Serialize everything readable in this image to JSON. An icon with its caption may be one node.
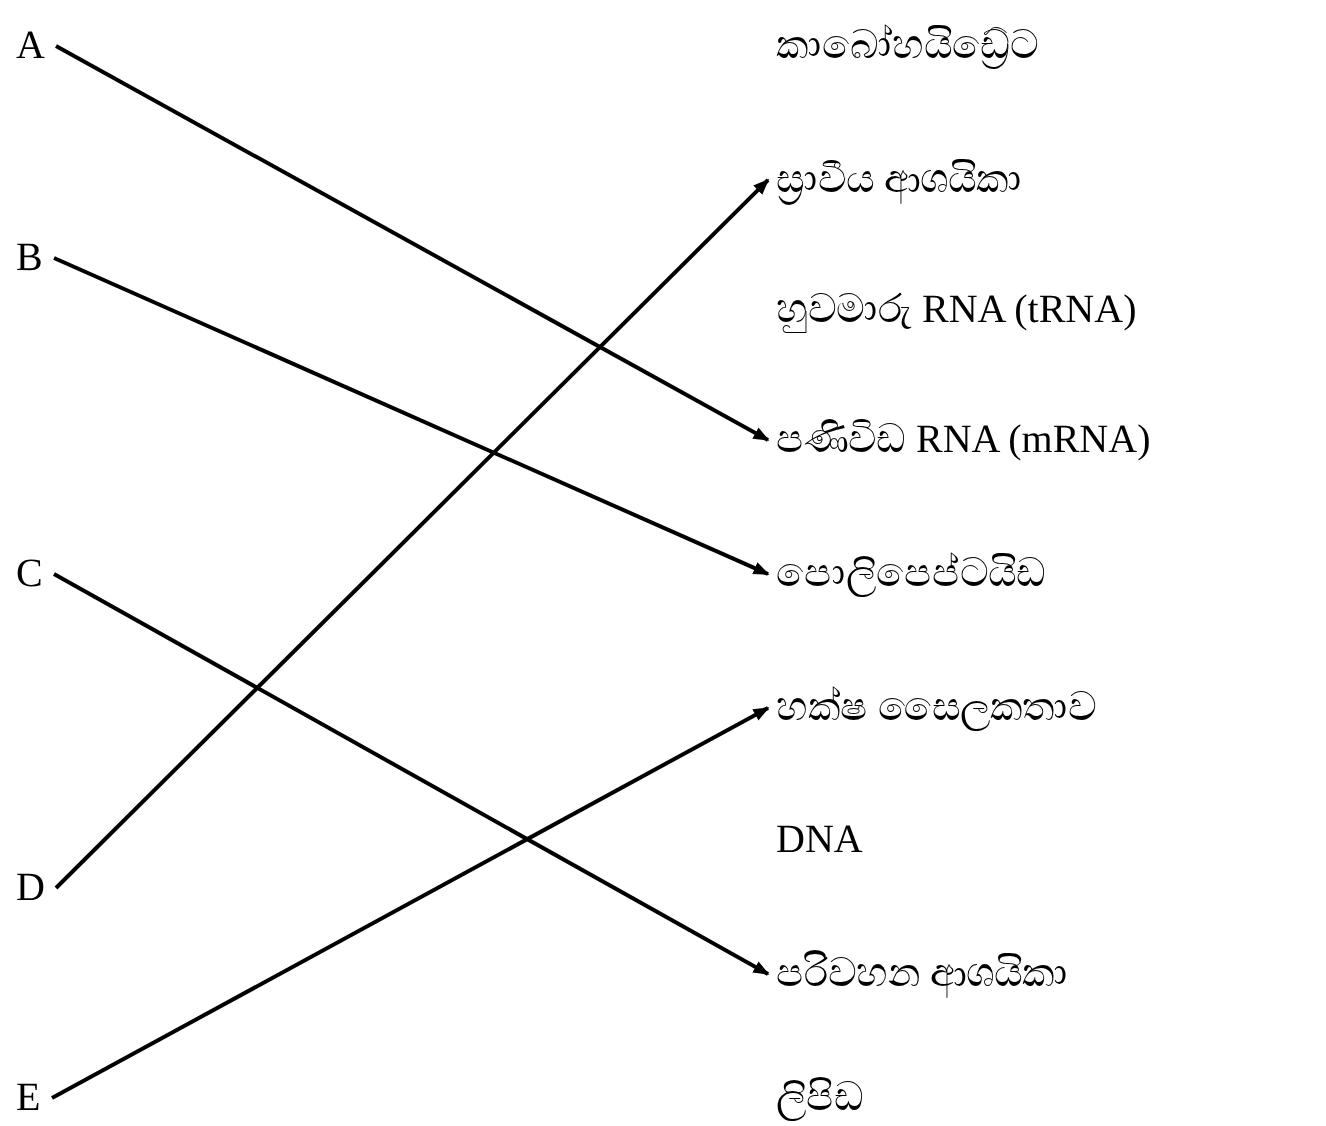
{
  "diagram": {
    "nodes": [
      {
        "text": [
          "A"
        ]
      },
      {
        "text": [
          "B"
        ]
      },
      {
        "text": [
          "C"
        ]
      },
      {
        "text": [
          "D"
        ]
      },
      {
        "text": [
          "E"
        ]
      },
      {
        "text": [
          "කාබෝහයිඩ්‍රේට"
        ]
      },
      {
        "text": [
          "ස්‍රාවීය ආශයිකා"
        ]
      },
      {
        "text": [
          "හුවමාරු RNA (tRNA)"
        ]
      },
      {
        "text": [
          "පණිවිඩ RNA (mRNA)"
        ]
      },
      {
        "text": [
          "පොලිපෙප්ටයිඩ"
        ]
      },
      {
        "text": [
          "හක්ෂ සෛලකතාව"
        ]
      },
      {
        "text": [
          "DNA"
        ]
      },
      {
        "text": [
          "පරිවහන ආශයිකා"
        ]
      },
      {
        "text": [
          "ලිපිඩ"
        ]
      }
    ],
    "edges": [
      {
        "from": 0,
        "to": 8,
        "arrow": "to"
      },
      {
        "from": 1,
        "to": 9,
        "arrow": "to"
      },
      {
        "from": 2,
        "to": 12,
        "arrow": "to"
      },
      {
        "from": 3,
        "to": 6,
        "arrow": "to"
      },
      {
        "from": 4,
        "to": 10,
        "arrow": "to"
      }
    ]
  }
}
